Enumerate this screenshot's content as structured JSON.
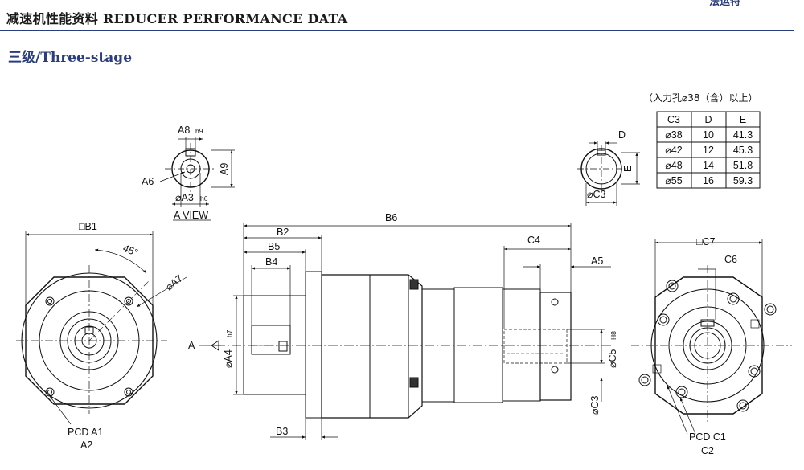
{
  "header": {
    "title": "减速机性能资料 REDUCER PERFORMANCE DATA",
    "corner_text": "法运特",
    "rule_color": "#2a3d7c"
  },
  "subtitle": "三级/Three-stage",
  "labels": {
    "a8": "A8",
    "h9": "h9",
    "a9": "A9",
    "a6": "A6",
    "a3": "⌀A3",
    "h6": "h6",
    "a_view": "A VIEW",
    "b1": "□B1",
    "deg45": "45°",
    "a7": "⌀A7",
    "pcd_a1": "PCD A1",
    "a2": "A2",
    "a_arrow": "A",
    "a4": "⌀A4",
    "h7": "h7",
    "b6": "B6",
    "b2": "B2",
    "b5": "B5",
    "b4": "B4",
    "b3": "B3",
    "c4": "C4",
    "a5": "A5",
    "c5": "⌀C5",
    "h8": "H8",
    "c3": "⌀C3",
    "c7": "□C7",
    "c6": "C6",
    "pcd_c1": "PCD C1",
    "c2": "C2",
    "d": "D",
    "e": "E",
    "c3_small": "⌀C3"
  },
  "table": {
    "note": "（入力孔⌀38（含）以上）",
    "headers": [
      "C3",
      "D",
      "E"
    ],
    "rows": [
      [
        "⌀38",
        "10",
        "41.3"
      ],
      [
        "⌀42",
        "12",
        "45.3"
      ],
      [
        "⌀48",
        "14",
        "51.8"
      ],
      [
        "⌀55",
        "16",
        "59.3"
      ]
    ]
  }
}
